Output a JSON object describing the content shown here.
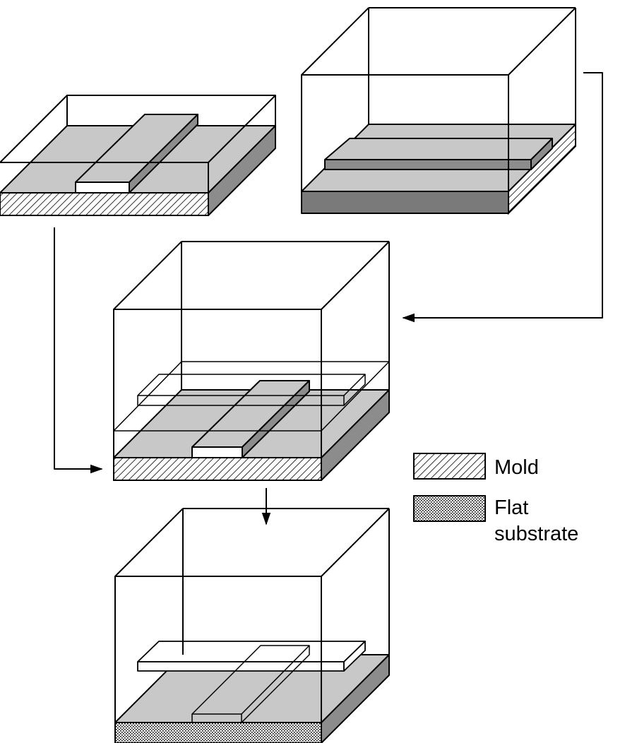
{
  "legend": {
    "items": [
      {
        "id": "mold",
        "label_lines": [
          "Mold"
        ],
        "pattern": "hatch"
      },
      {
        "id": "flat-substrate",
        "label_lines": [
          "Flat",
          "substrate"
        ],
        "pattern": "dots"
      }
    ]
  },
  "colors": {
    "light_gray": "#c8c8c8",
    "dark_gray": "#8c8c8c",
    "darker_gray": "#7a7a7a",
    "line": "#000000",
    "background": "#ffffff"
  }
}
